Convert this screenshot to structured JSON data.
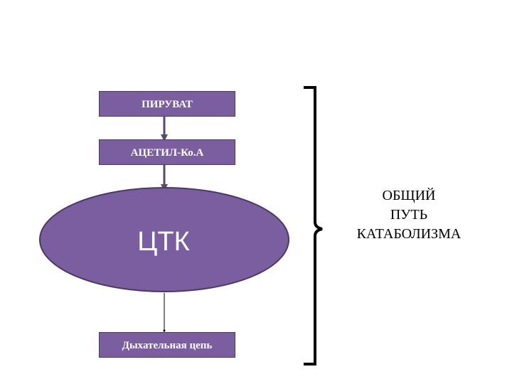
{
  "diagram": {
    "nodes": {
      "pyruvate": "ПИРУВАТ",
      "acetyl_coa": "АЦЕТИЛ-Ко.А",
      "tca": "ЦТК",
      "respiratory_chain": "Дыхательная цепь"
    },
    "bracket_label": {
      "line1": "ОБЩИЙ",
      "line2": "ПУТЬ",
      "line3": "КАТАБОЛИЗМА"
    },
    "colors": {
      "node_fill": "#7b5ea0",
      "node_border": "#4a3a63",
      "arrow": "#5a4a70",
      "bracket": "#000000"
    }
  }
}
